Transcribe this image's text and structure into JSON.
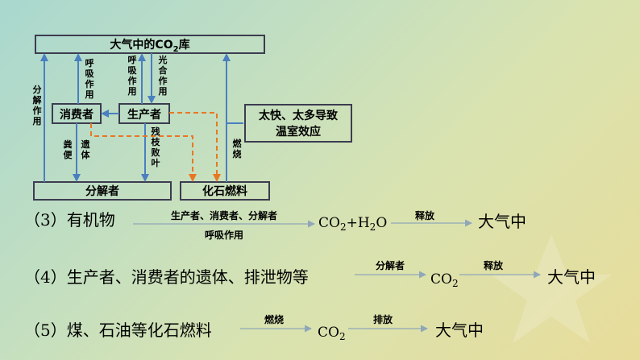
{
  "diagram": {
    "co2_pool": {
      "label": "大气中的CO",
      "sub": "2",
      "suffix": "库"
    },
    "consumer": "消费者",
    "producer": "生产者",
    "decomposer": "分解者",
    "fossil_fuel": "化石燃料",
    "warning": [
      "太快、太多导致",
      "温室效应"
    ],
    "edge_decomposition": [
      "分",
      "解",
      "作",
      "用"
    ],
    "edge_consumer_respiration": [
      "呼",
      "吸",
      "作",
      "用"
    ],
    "edge_producer_respiration": [
      "呼",
      "吸",
      "作",
      "用"
    ],
    "edge_photosynthesis": [
      "光",
      "合",
      "作",
      "用"
    ],
    "edge_feces": [
      "粪",
      "便"
    ],
    "edge_remains": [
      "遗",
      "体"
    ],
    "edge_litter": [
      "残",
      "枝",
      "败",
      "叶"
    ],
    "edge_combustion": [
      "燃",
      "烧"
    ]
  },
  "lines": [
    {
      "label": "（3）有机物",
      "arrow1_above": "生产者、消费者、分解者",
      "arrow1_below": "呼吸作用",
      "mid": "CO",
      "mid_sub1": "2",
      "mid_plus": "+H",
      "mid_sub2": "2",
      "mid_end": "O",
      "arrow2_above": "释放",
      "end": "大气中"
    },
    {
      "label": "（4）生产者、消费者的遗体、排泄物等",
      "arrow1_above": "分解者",
      "mid": "CO",
      "mid_sub1": "2",
      "arrow2_above": "释放",
      "end": "大气中"
    },
    {
      "label": "（5）煤、石油等化石燃料",
      "arrow1_above": "燃烧",
      "mid": "CO",
      "mid_sub1": "2",
      "arrow2_above": "排放",
      "end": "大气中"
    }
  ],
  "colors": {
    "box_stroke": "#3c3c50",
    "arrow_blue": "#4a7fc0",
    "arrow_orange": "#e87722",
    "line_gray": "#8fa7b8"
  }
}
